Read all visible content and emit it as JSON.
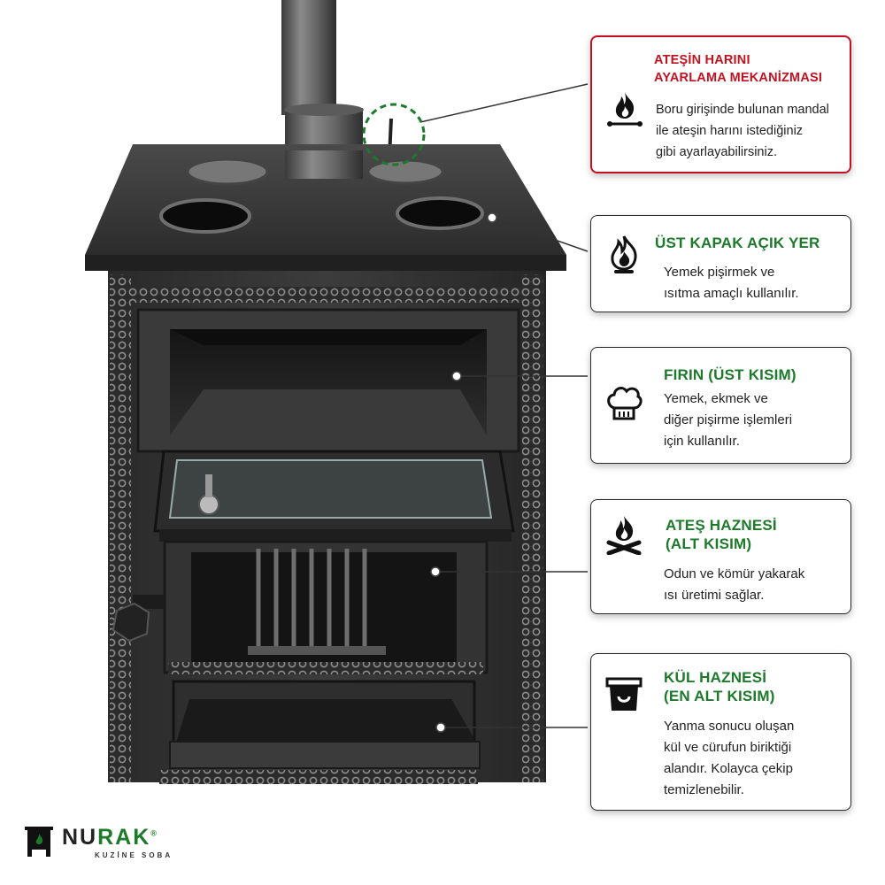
{
  "callouts": [
    {
      "title_line1": "ATEŞİN HARINI",
      "title_line2": "AYARLAMA MEKANİZMASI",
      "body": [
        "Boru girişinde bulunan mandal",
        "ile ateşin harını istediğiniz",
        "gibi ayarlayabilirsiniz."
      ],
      "icon": "flame-adjust-icon",
      "color": "#c1121f"
    },
    {
      "title": "ÜST KAPAK AÇIK YER",
      "body": [
        "Yemek pişirmek ve",
        "ısıtma amaçlı kullanılır."
      ],
      "icon": "flame-icon",
      "color": "#1c7a2a"
    },
    {
      "title": "FIRIN (ÜST KISIM)",
      "body": [
        "Yemek, ekmek ve",
        "diğer pişirme işlemleri",
        "için kullanılır."
      ],
      "icon": "chef-hat-icon",
      "color": "#1c7a2a"
    },
    {
      "title_line1": "ATEŞ HAZNESİ",
      "title_line2": "(ALT KISIM)",
      "body": [
        "Odun ve kömür yakarak",
        "ısı üretimi sağlar."
      ],
      "icon": "campfire-icon",
      "color": "#1c7a2a"
    },
    {
      "title_line1": "KÜL HAZNESİ",
      "title_line2": "(EN ALT KISIM)",
      "body": [
        "Yanma sonucu oluşan",
        "kül ve cürufun biriktiği",
        "alandır. Kolayca çekip",
        "temizlenebilir."
      ],
      "icon": "ash-box-icon",
      "color": "#1c7a2a"
    }
  ],
  "logo": {
    "name_part1": "NU",
    "name_part2": "RAK",
    "registered": "®",
    "subtitle": "KUZİNE SOBA",
    "icon": "stove-logo-icon"
  }
}
